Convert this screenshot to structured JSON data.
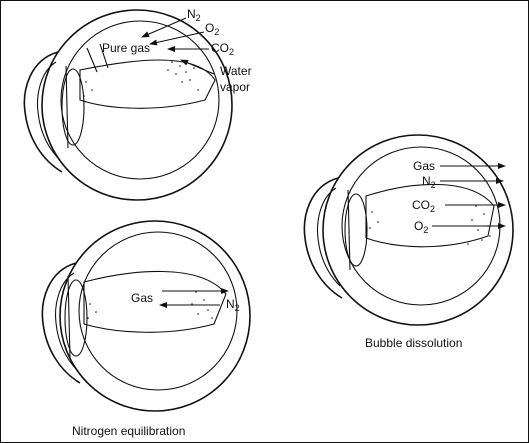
{
  "eye_top": {
    "labels": {
      "n2": {
        "main": "N",
        "sub": "2"
      },
      "o2": {
        "main": "O",
        "sub": "2"
      },
      "pure_gas": "Pure gas",
      "co2": {
        "main": "CO",
        "sub": "2"
      },
      "water_vapor_line1": "Water",
      "water_vapor_line2": "vapor"
    }
  },
  "eye_bottom": {
    "labels": {
      "gas": "Gas",
      "n2": {
        "main": "N",
        "sub": "2"
      }
    },
    "caption": "Nitrogen equilibration"
  },
  "eye_right": {
    "labels": {
      "gas": "Gas",
      "n2": {
        "main": "N",
        "sub": "2"
      },
      "co2": {
        "main": "CO",
        "sub": "2"
      },
      "o2": {
        "main": "O",
        "sub": "2"
      }
    },
    "caption": "Bubble dissolution"
  }
}
